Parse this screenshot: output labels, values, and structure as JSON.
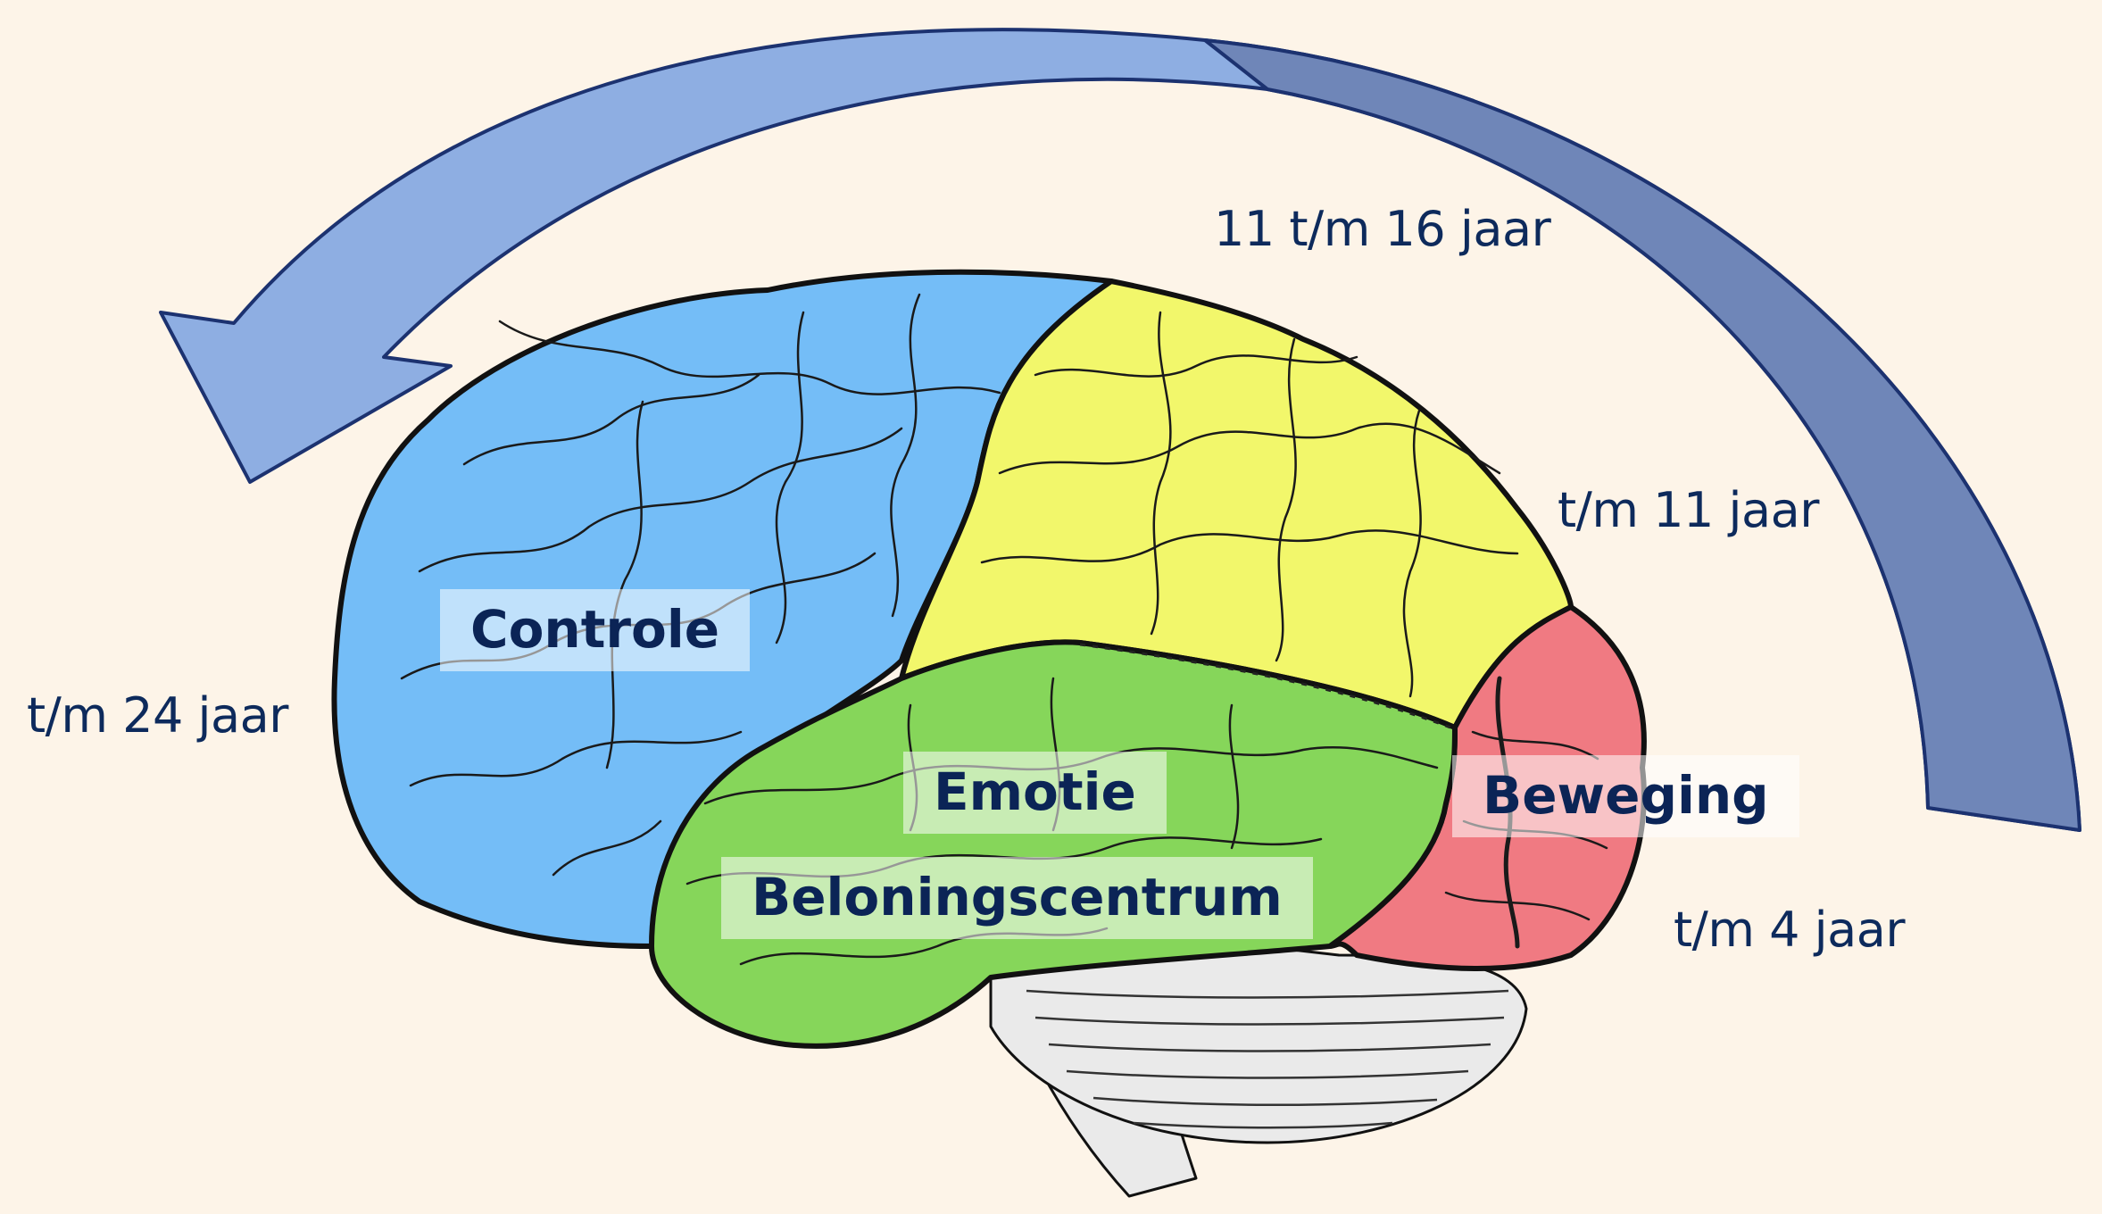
{
  "ages": {
    "a11_16": "11 t/m 16 jaar",
    "a11": "t/m 11 jaar",
    "a24": "t/m 24 jaar",
    "a4": "t/m 4 jaar"
  },
  "regions": {
    "controle": "Controle",
    "emotie": "Emotie",
    "beloning": "Beloningscentrum",
    "beweging": "Beweging"
  },
  "colors": {
    "background": "#fdf4e8",
    "frontal": "#74bdf7",
    "parietal": "#f2f76b",
    "temporal": "#86d65a",
    "occipital": "#f07a82",
    "cerebellum": "#eaeaea",
    "arrow_light": "#8eaee2",
    "arrow_dark": "#6f86b8",
    "arrow_stroke": "#1c3270"
  }
}
